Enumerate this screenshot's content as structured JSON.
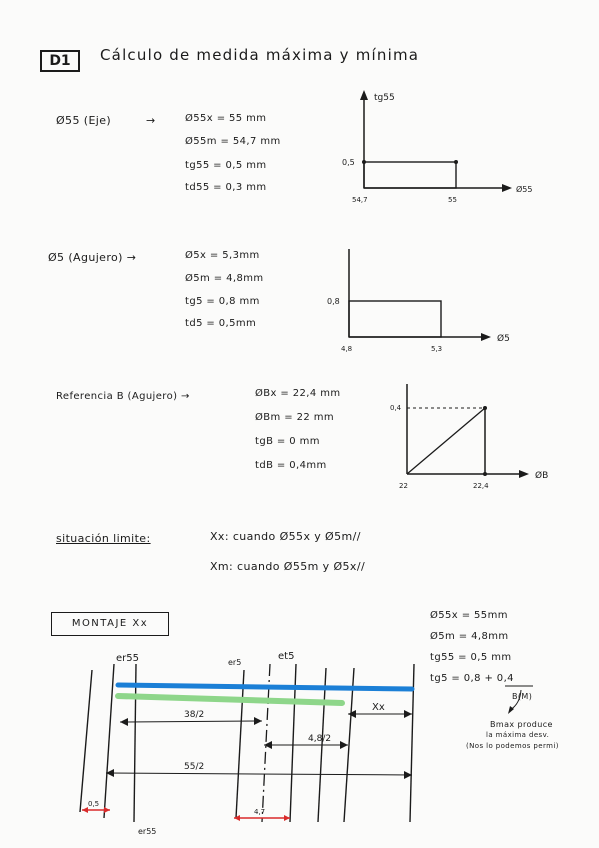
{
  "header": {
    "box_label": "D1",
    "title": "Cálculo de medida máxima y mínima"
  },
  "eje55": {
    "label": "Ø55 (Eje)",
    "arrow": "→",
    "lines": [
      "Ø55x = 55 mm",
      "Ø55m = 54,7  mm",
      "tg55 = 0,5 mm",
      "td55 = 0,3 mm"
    ],
    "graph": {
      "y_axis": "tg55",
      "x_axis": "Ø55",
      "y_tick": "0,5",
      "x_tick_min": "54,7",
      "x_tick_max": "55"
    }
  },
  "agujero5": {
    "label": "Ø5 (Agujero) →",
    "lines": [
      "Ø5x = 5,3mm",
      "Ø5m = 4,8mm",
      "tg5 = 0,8 mm",
      "td5 = 0,5mm"
    ],
    "graph": {
      "x_axis": "Ø5",
      "y_tick": "0,8",
      "x_tick_min": "4,8",
      "x_tick_max": "5,3"
    }
  },
  "referencia": {
    "label": "Referencia B (Agujero) →",
    "lines": [
      "ØBx = 22,4 mm",
      "ØBm = 22 mm",
      "tgB = 0 mm",
      "tdB = 0,4mm"
    ],
    "graph": {
      "x_axis": "ØB",
      "y_tick": "0,4",
      "x_tick_min": "22",
      "x_tick_max": "22,4"
    }
  },
  "situacion": {
    "label": "situación limite:",
    "line1": "Xx: cuando Ø55x  y  Ø5m//",
    "line2": "Xm: cuando Ø55m  y  Ø5x//"
  },
  "montaje": {
    "label": "MONTAJE  Xx",
    "lines": [
      "Ø55x = 55mm",
      "Ø5m = 4,8mm",
      "tg55 = 0,5 mm",
      "tg5 = 0,8 + 0,4"
    ],
    "b_label": "B(M)",
    "note": [
      "Bmax produce",
      "la máxima desv.",
      "(Nos lo podemos permi)"
    ]
  },
  "diagram": {
    "er55": "er55",
    "er5": "er5",
    "et5": "et5",
    "xx": "Xx",
    "dim_38": "38/2",
    "dim_48": "4,8/2",
    "dim_55": "55/2",
    "dim_05": "0,5",
    "dim_47": "4,7",
    "bottom": "er55"
  }
}
